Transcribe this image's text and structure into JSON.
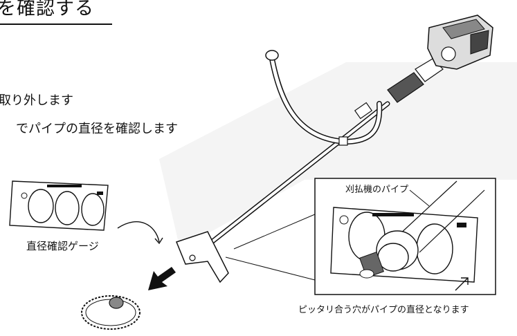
{
  "heading": "を確認する",
  "steps": [
    "取り外します",
    "でパイプの直径を確認します"
  ],
  "gauge_caption": "直径確認ゲージ",
  "inset": {
    "pipe_label": "刈払機のパイプ",
    "caption": "ピッタリ合う穴がパイプの直径となります"
  },
  "colors": {
    "line": "#111111",
    "background": "#ffffff",
    "arrow": "#111111"
  }
}
